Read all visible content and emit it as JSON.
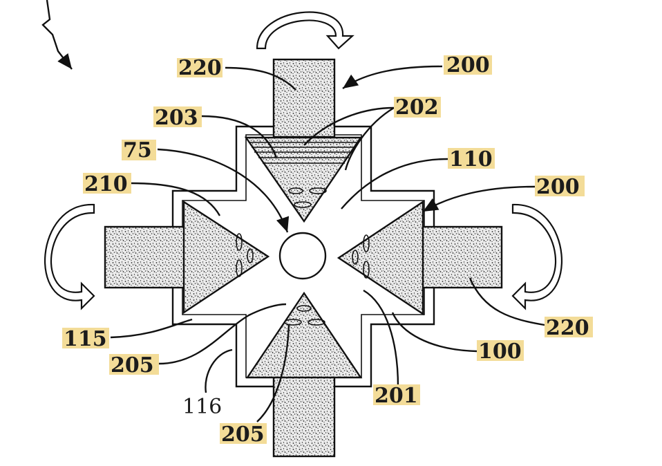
{
  "labels": {
    "l220_top": "220",
    "l200_top": "200",
    "l203": "203",
    "l202": "202",
    "l75": "75",
    "l110": "110",
    "l210": "210",
    "l200_right": "200",
    "l115": "115",
    "l205_left": "205",
    "l116": "116",
    "l205_bottom": "205",
    "l201": "201",
    "l100": "100",
    "l220_right": "220"
  },
  "colors": {
    "highlight": "#f3dc98",
    "ink": "#111111",
    "stipple_fill": "#e8e8e8"
  }
}
